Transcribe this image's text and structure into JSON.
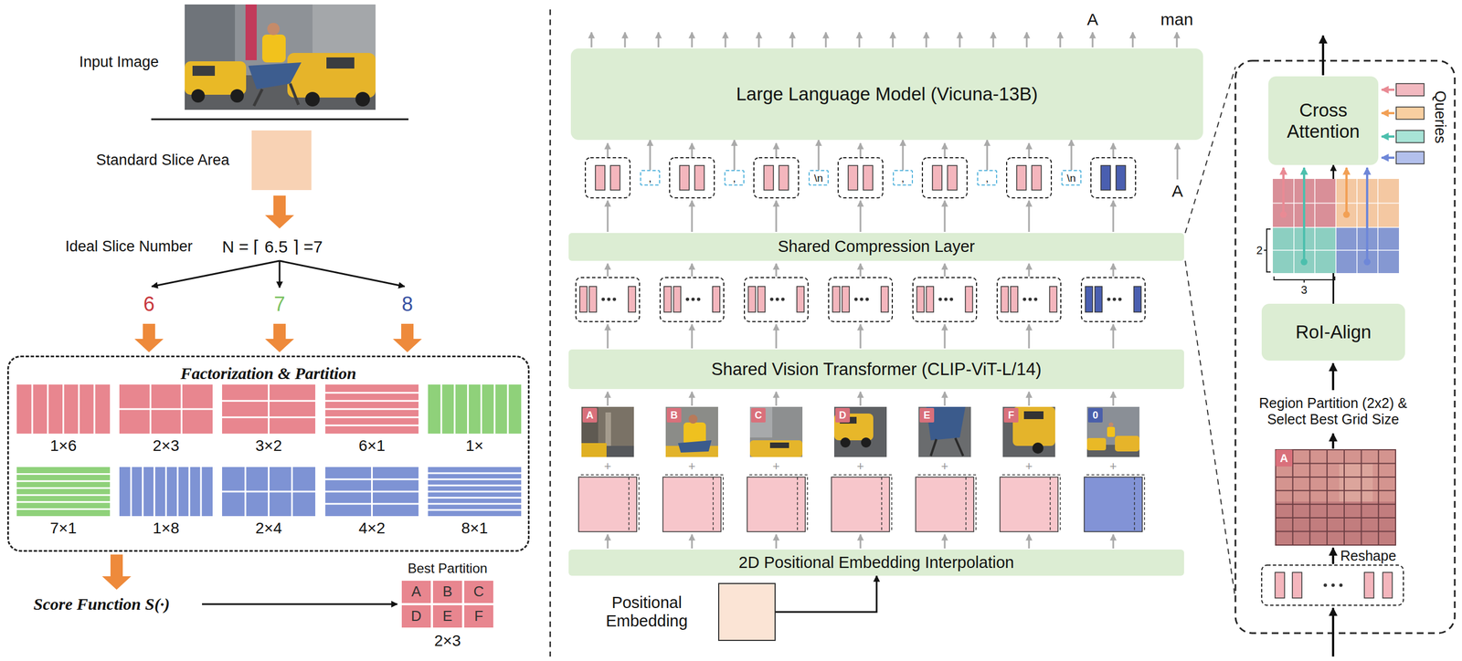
{
  "diagram": {
    "nodes": [
      {
        "text": [
          "Standard Slice Area"
        ]
      },
      {
        "text": [
          "Factorization & Partition"
        ]
      },
      {
        "text": [
          "1×6"
        ],
        "in": 1
      },
      {
        "text": [
          "2×3"
        ],
        "in": 1
      },
      {
        "text": [
          "3×2"
        ],
        "in": 1
      },
      {
        "text": [
          "6×1"
        ],
        "in": 1
      },
      {
        "text": [
          "1×"
        ],
        "in": 1
      },
      {
        "text": [
          "7×1"
        ],
        "in": 1
      },
      {
        "text": [
          "1×8"
        ],
        "in": 1
      },
      {
        "text": [
          "2×4"
        ],
        "in": 1
      },
      {
        "text": [
          "4×2"
        ],
        "in": 1
      },
      {
        "text": [
          "8×1"
        ],
        "in": 1
      },
      {
        "text": [
          "Best Partition",
          "2×3"
        ]
      },
      {
        "text": [
          "A"
        ],
        "in": 12
      },
      {
        "text": [
          "B"
        ],
        "in": 12
      },
      {
        "text": [
          "C"
        ],
        "in": 12
      },
      {
        "text": [
          "D"
        ],
        "in": 12
      },
      {
        "text": [
          "E"
        ],
        "in": 12
      },
      {
        "text": [
          "F"
        ],
        "in": 12
      },
      {
        "text": [
          "Large Language Model (Vicuna-13B)"
        ]
      },
      {
        "text": [
          ","
        ]
      },
      {
        "text": [
          ","
        ]
      },
      {
        "text": [
          "\\n"
        ]
      },
      {
        "text": [
          ","
        ]
      },
      {
        "text": [
          ","
        ]
      },
      {
        "text": [
          "\\n"
        ]
      },
      {
        "text": [
          "Shared Compression Layer"
        ]
      },
      {
        "text": [
          "Shared Vision Transformer (CLIP-ViT-L/14)"
        ]
      },
      {
        "text": [
          "A"
        ]
      },
      {
        "text": [
          "B"
        ]
      },
      {
        "text": [
          "C"
        ]
      },
      {
        "text": [
          "D"
        ]
      },
      {
        "text": [
          "E"
        ]
      },
      {
        "text": [
          "F"
        ]
      },
      {
        "text": [
          "0"
        ]
      },
      {
        "text": [
          "2D Positional Embedding Interpolation"
        ]
      },
      {
        "text": [
          "Positional Embedding"
        ]
      },
      {
        "text": [
          "Cross Attention"
        ]
      },
      {
        "text": [
          "RoI-Align"
        ]
      },
      {
        "text": [
          "A"
        ]
      }
    ],
    "edges": [
      {
        "from": 20,
        "to": 19,
        "arrow": "to"
      },
      {
        "from": 21,
        "to": 19,
        "arrow": "to"
      },
      {
        "from": 22,
        "to": 19,
        "arrow": "to"
      },
      {
        "from": 23,
        "to": 19,
        "arrow": "to"
      },
      {
        "from": 24,
        "to": 19,
        "arrow": "to"
      },
      {
        "from": 25,
        "to": 19,
        "arrow": "to"
      },
      {
        "from": 36,
        "to": 35,
        "arrow": "to"
      },
      {
        "from": 38,
        "to": 37,
        "arrow": "to"
      }
    ],
    "labels": [
      "Input Image",
      "Ideal Slice Number",
      "N = ⌈ 6.5 ⌉ =7",
      "6",
      "7",
      "8",
      "Score Function S(·)",
      "A",
      "man",
      "A",
      "+",
      "+",
      "+",
      "+",
      "+",
      "+",
      "+",
      "Queries",
      "2",
      "3",
      "Region Partition (2x2) & Select Best Grid Size",
      "Reshape"
    ]
  }
}
